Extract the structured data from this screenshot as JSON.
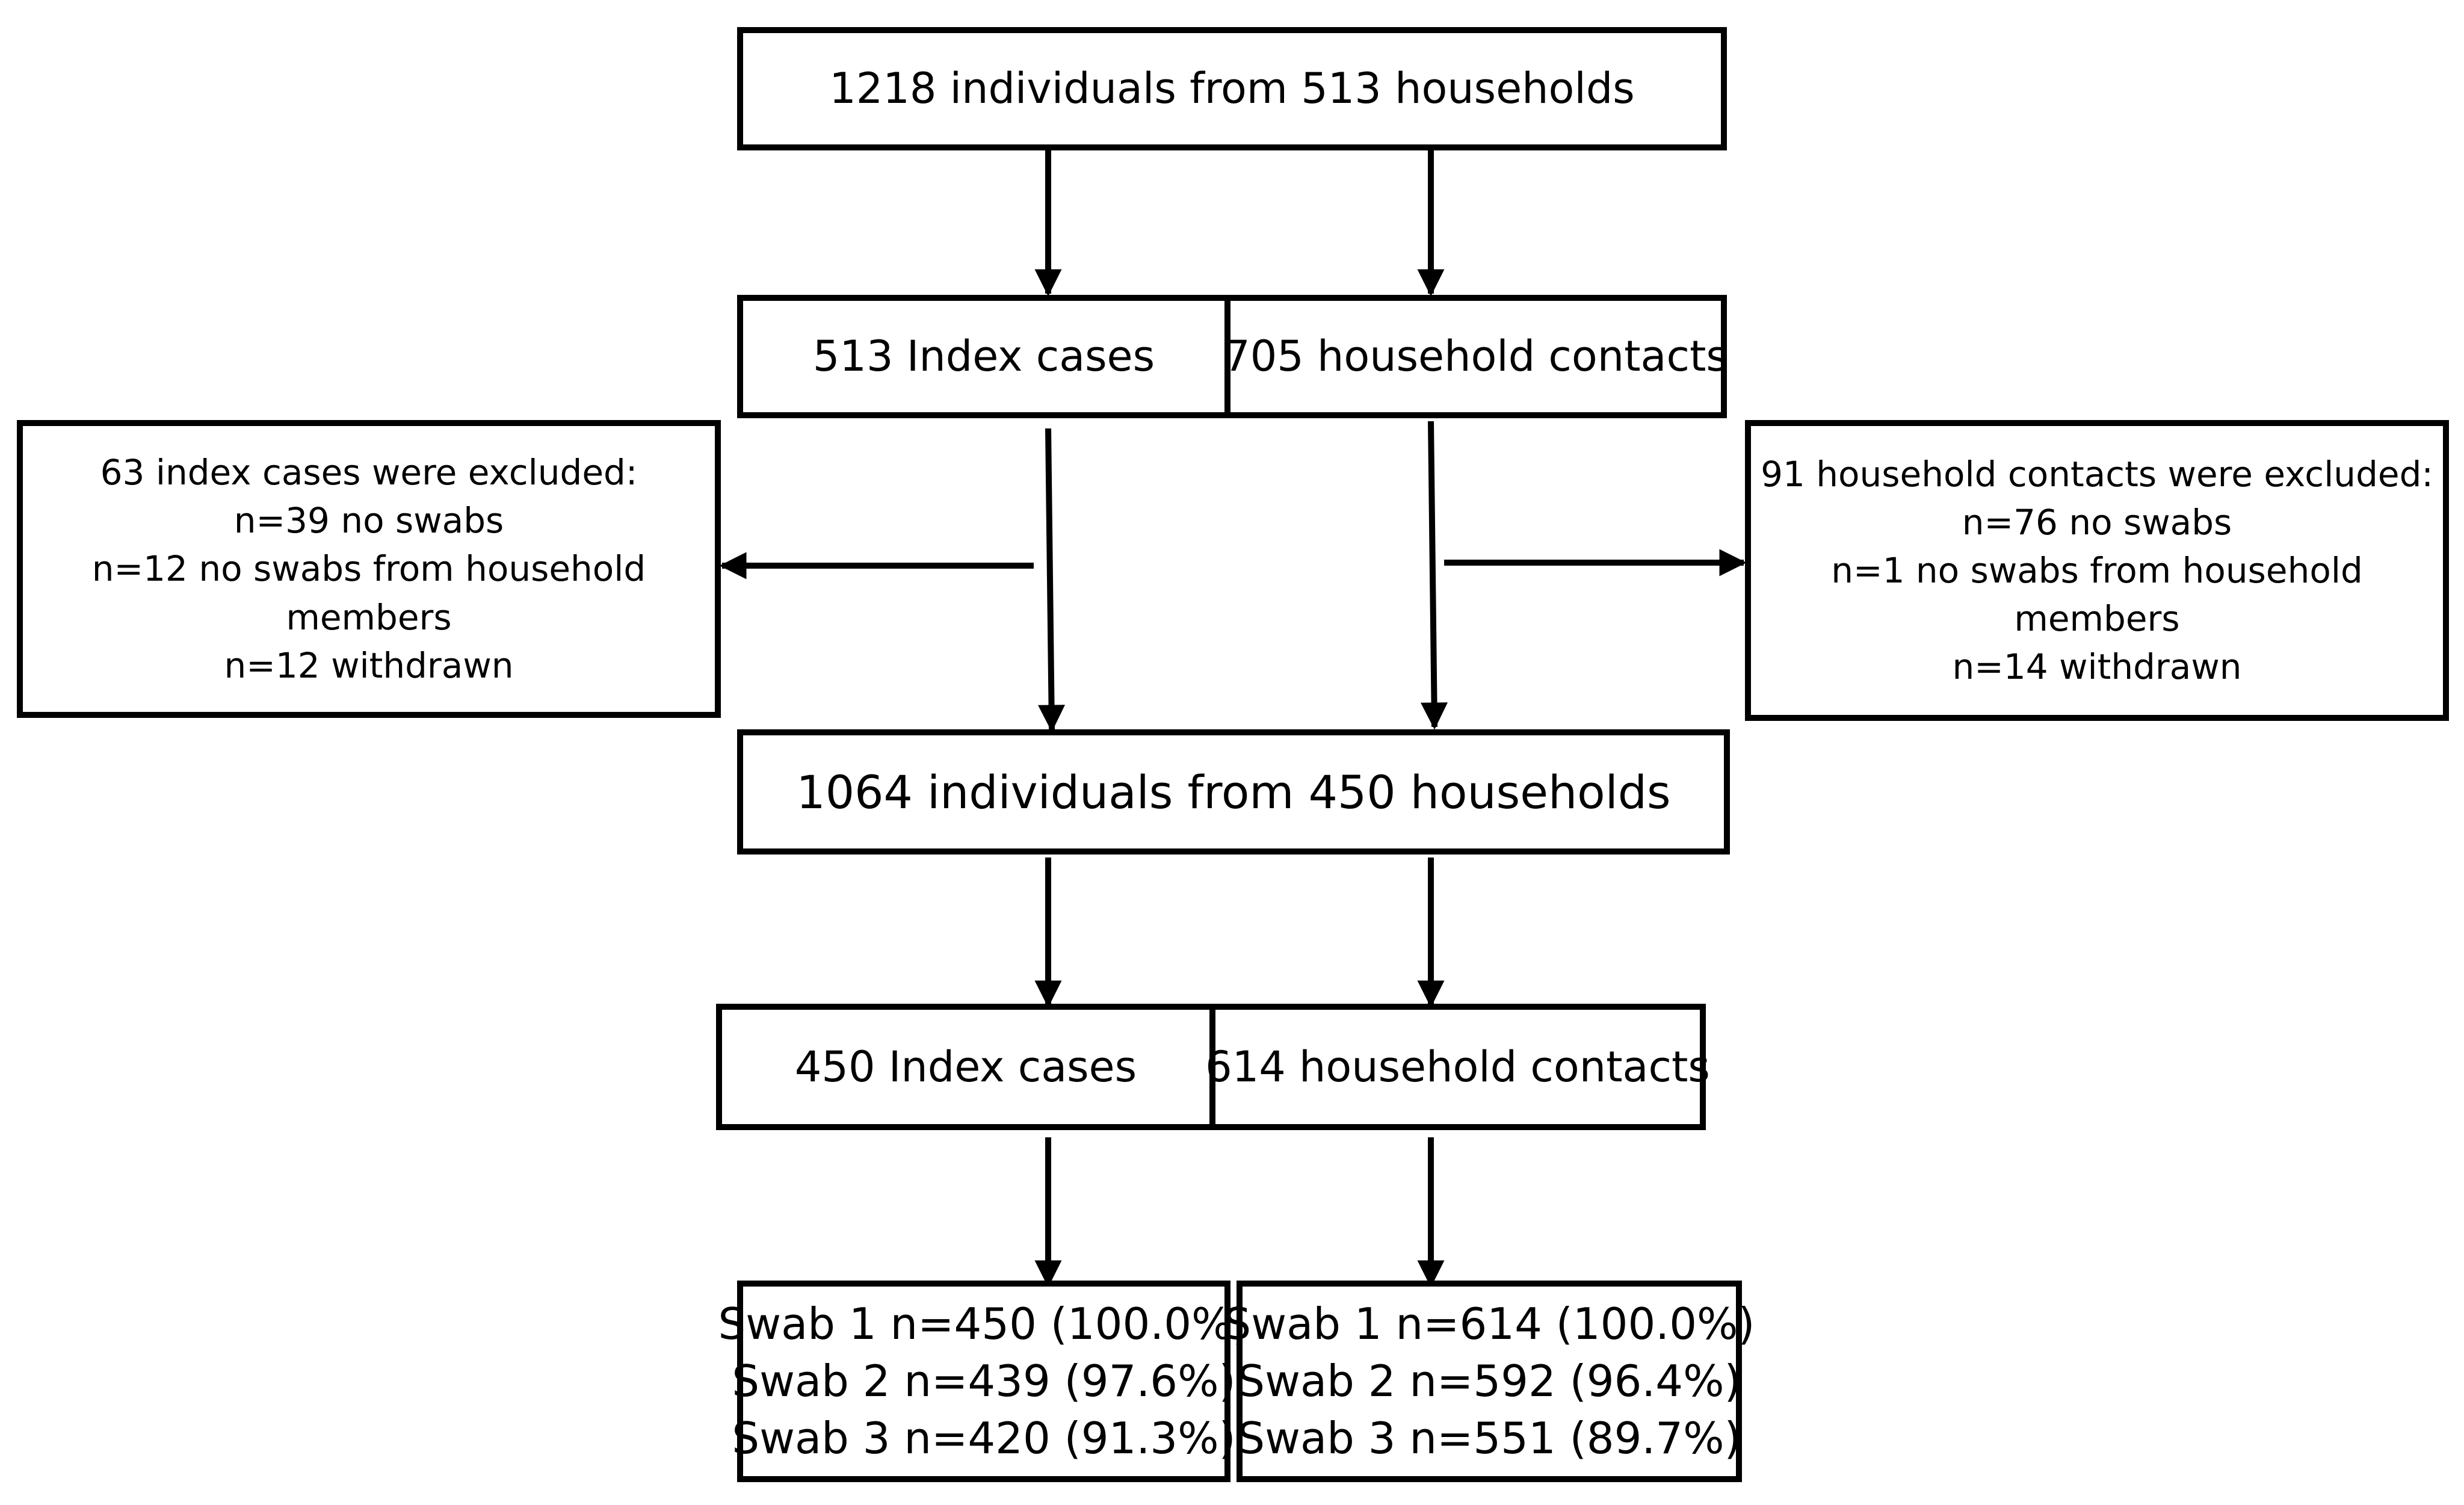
{
  "top": {
    "label": "1218 individuals from 513 households"
  },
  "split1": {
    "index": "513 Index cases",
    "contacts": "705 household contacts"
  },
  "excluded_index": {
    "lines": [
      "63 index cases were excluded:",
      "n=39 no swabs",
      "n=12 no swabs from household",
      "members",
      "n=12 withdrawn"
    ]
  },
  "excluded_contacts": {
    "lines": [
      "91 household contacts were excluded:",
      "n=76 no swabs",
      "n=1 no swabs from household",
      "members",
      "n=14 withdrawn"
    ]
  },
  "middle": {
    "label": "1064 individuals from 450 households"
  },
  "split2": {
    "index": "450 Index cases",
    "contacts": "614 household contacts"
  },
  "swabs_index": {
    "lines": [
      "Swab 1 n=450 (100.0%)",
      "Swab 2 n=439 (97.6%)",
      "Swab 3 n=420 (91.3%)"
    ]
  },
  "swabs_contacts": {
    "lines": [
      "Swab 1 n=614 (100.0%)",
      "Swab 2 n=592 (96.4%)",
      "Swab 3 n=551 (89.7%)"
    ]
  }
}
